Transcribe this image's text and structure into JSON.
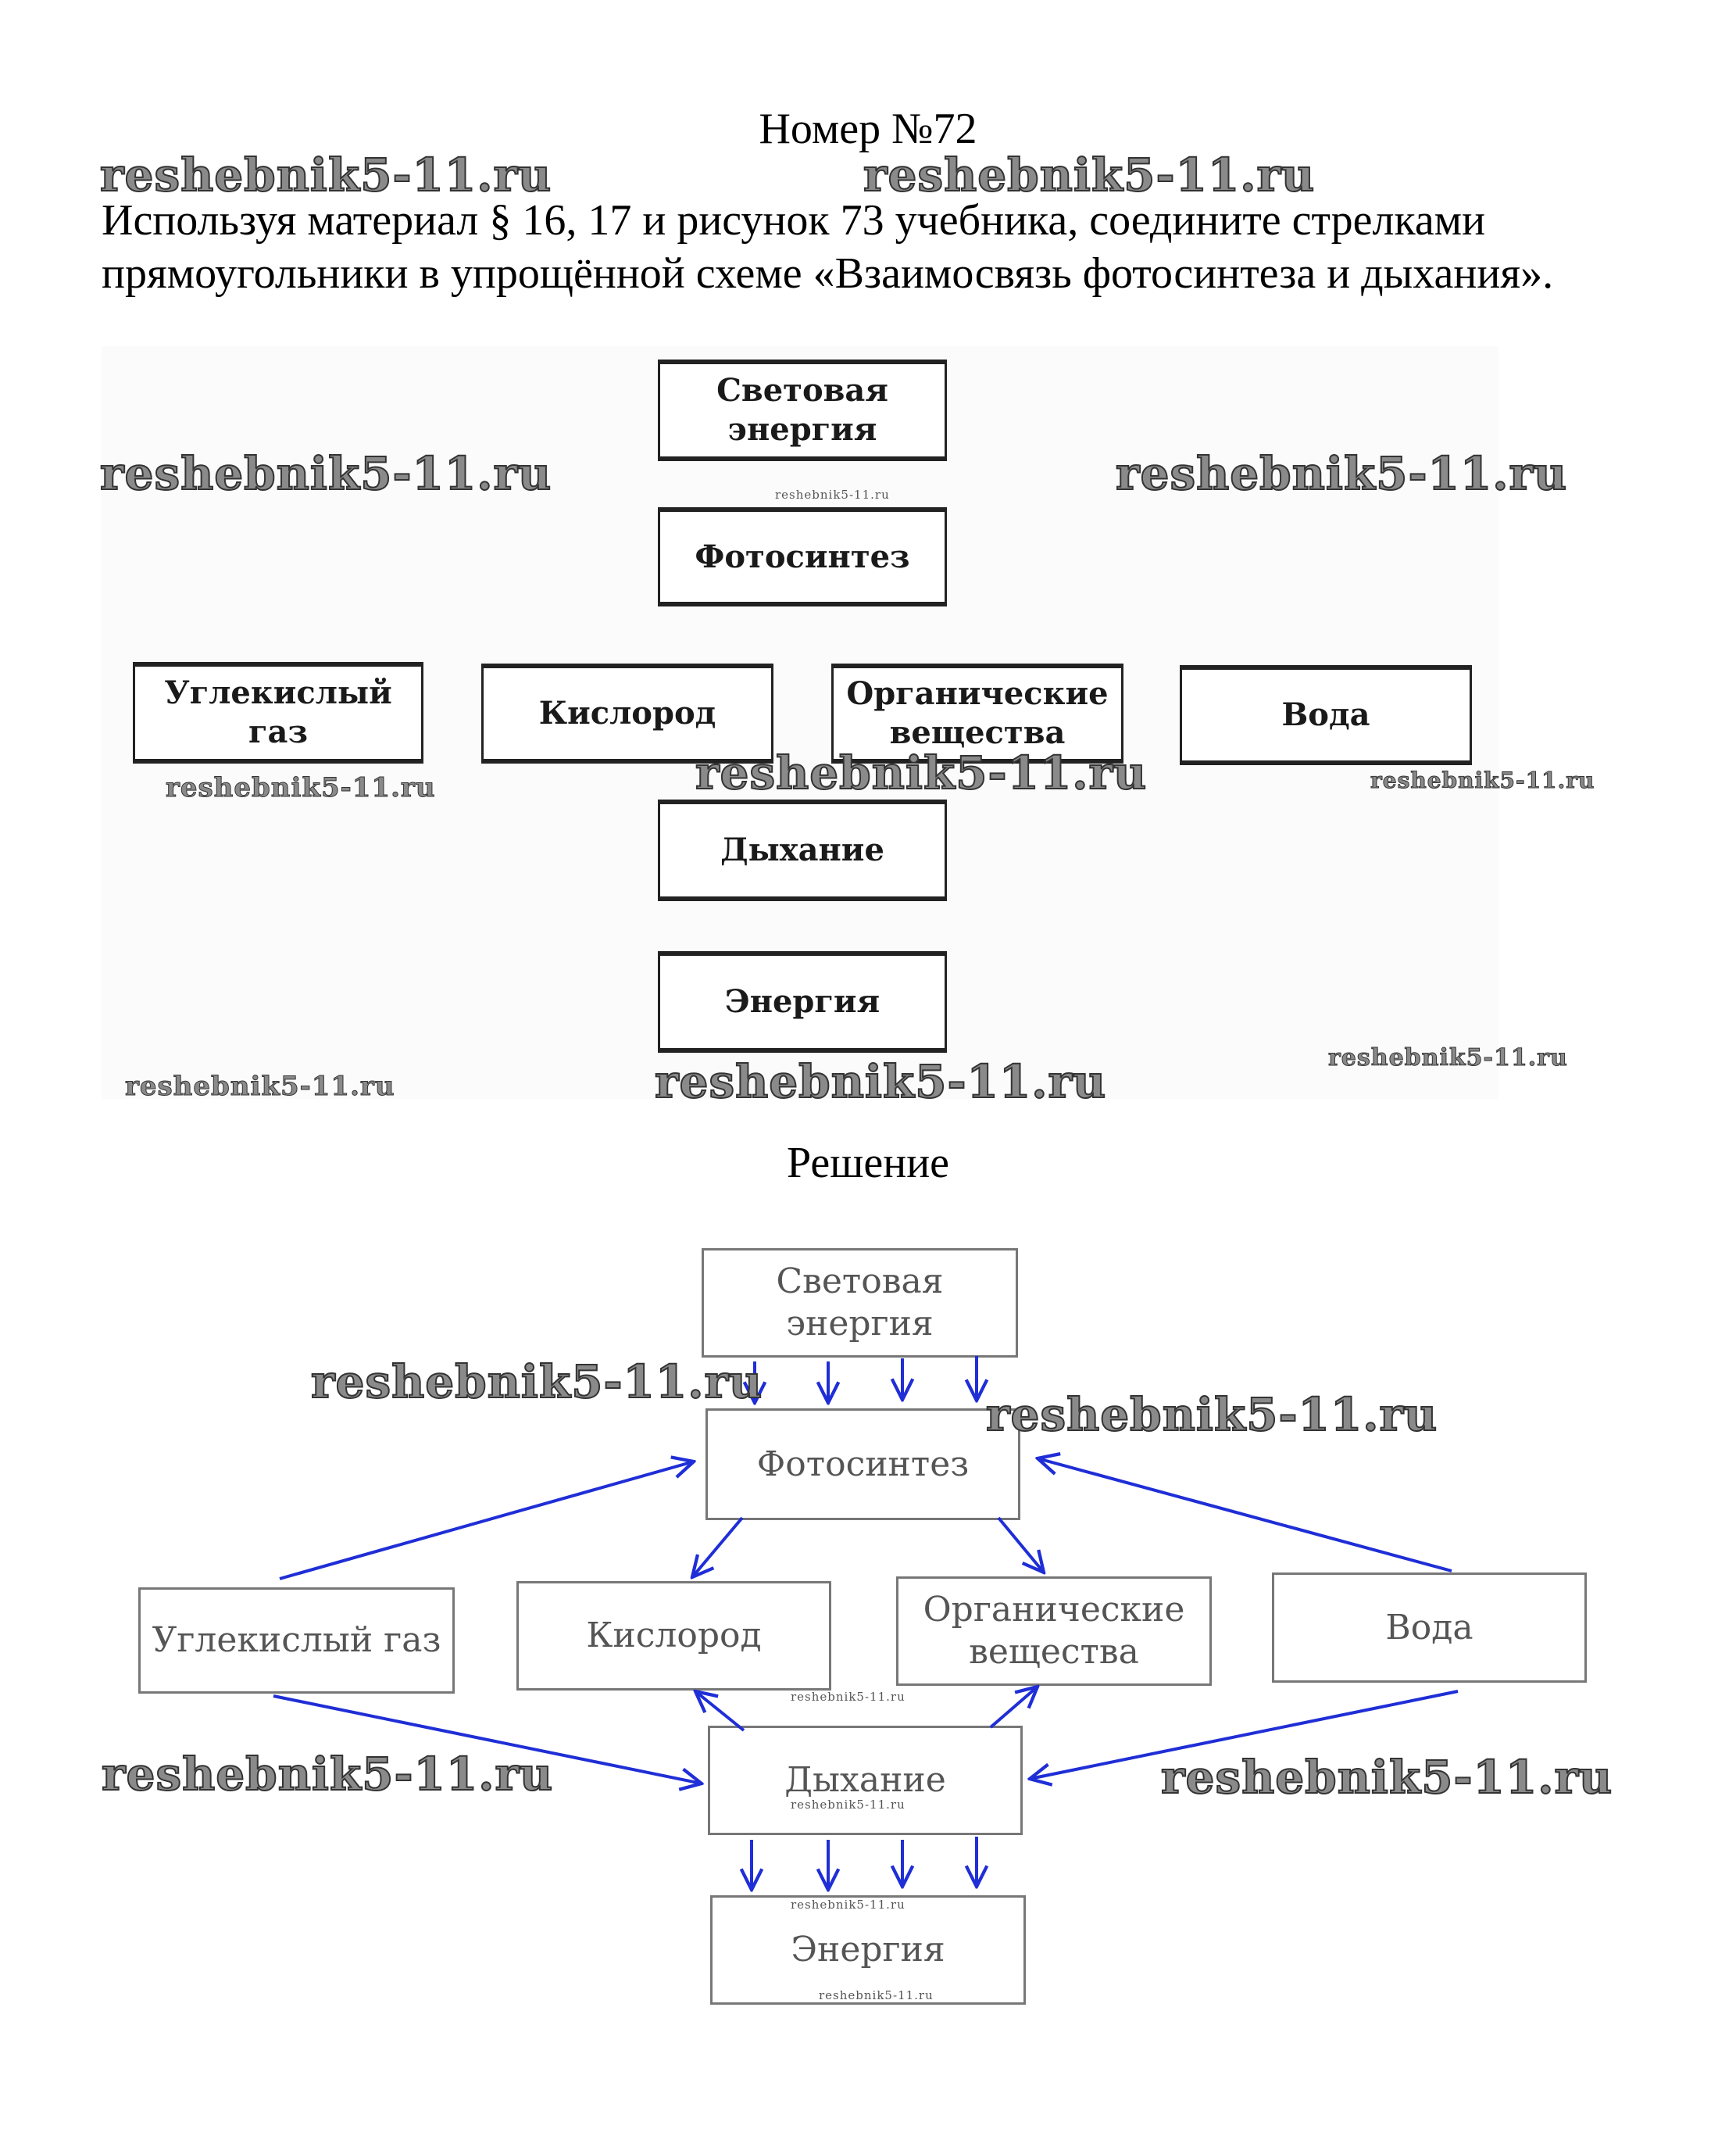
{
  "page": {
    "title": "Номер №72",
    "question": "Используя материал § 16, 17 и рисунок 73 учебника, соедините стрелками прямоугольники в упрощённой схеме «Взаимосвязь фотосинтеза и дыхания».",
    "solution_title": "Решение",
    "watermark": "reshebnik5-11.ru"
  },
  "task_diagram": {
    "boxes": {
      "light_energy": "Световая энергия",
      "photosynthesis": "Фотосинтез",
      "carbon_dioxide": "Углекислый газ",
      "oxygen": "Кислород",
      "organic_substances": "Органические вещества",
      "water": "Вода",
      "respiration": "Дыхание",
      "energy": "Энергия"
    }
  },
  "solution_diagram": {
    "boxes": {
      "light_energy": "Световая энергия",
      "photosynthesis": "Фотосинтез",
      "carbon_dioxide": "Углекислый газ",
      "oxygen": "Кислород",
      "organic_substances": "Органические вещества",
      "water": "Вода",
      "respiration": "Дыхание",
      "energy": "Энергия"
    },
    "arrow_color": "#1f2ed6",
    "connections": [
      {
        "from": "Световая энергия",
        "to": "Фотосинтез",
        "count": 4
      },
      {
        "from": "Углекислый газ",
        "to": "Фотосинтез"
      },
      {
        "from": "Вода",
        "to": "Фотосинтез"
      },
      {
        "from": "Фотосинтез",
        "to": "Кислород"
      },
      {
        "from": "Фотосинтез",
        "to": "Органические вещества"
      },
      {
        "from": "Углекислый газ",
        "to": "Дыхание"
      },
      {
        "from": "Вода",
        "to": "Дыхание"
      },
      {
        "from": "Дыхание",
        "to": "Кислород"
      },
      {
        "from": "Дыхание",
        "to": "Органические вещества"
      },
      {
        "from": "Дыхание",
        "to": "Энергия",
        "count": 4
      }
    ]
  }
}
